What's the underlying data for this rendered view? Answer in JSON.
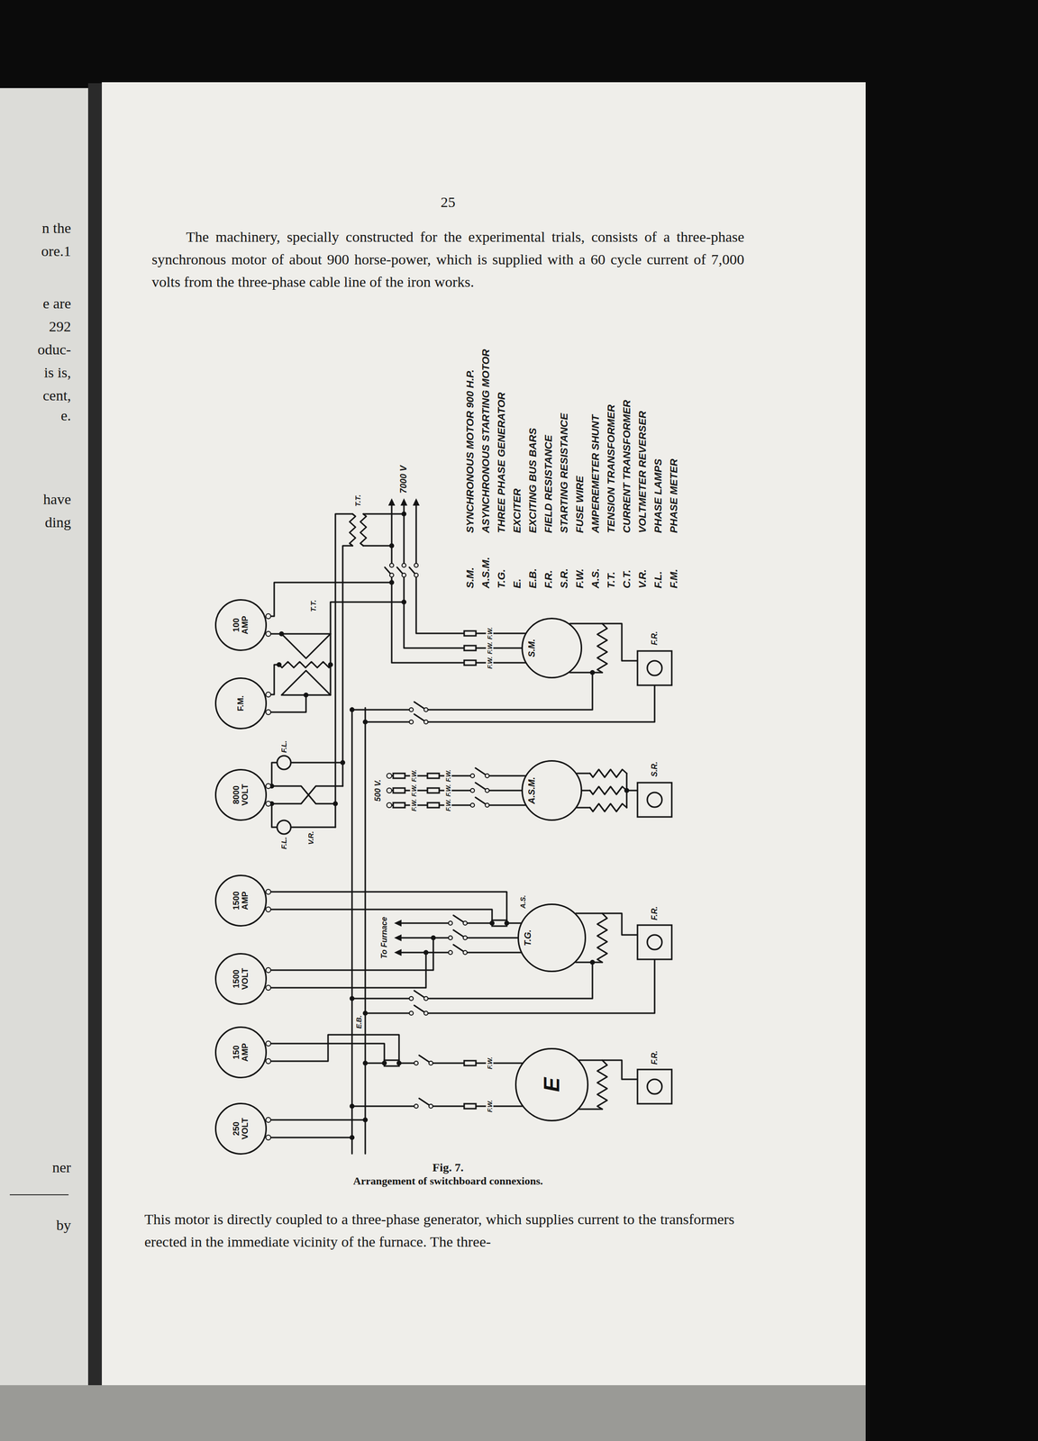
{
  "diagram": {
    "caption": "Arrangement of switchboard connexions.",
    "nodes": [
      {
        "text": [
          "250 VOLT"
        ]
      },
      {
        "text": [
          "150 AMP"
        ]
      },
      {
        "text": [
          "1500 VOLT"
        ]
      },
      {
        "text": [
          "1500 AMP"
        ]
      },
      {
        "text": [
          "8000 VOLT"
        ]
      },
      {
        "text": [
          "F.M."
        ]
      },
      {
        "text": [
          "100 AMP"
        ]
      },
      {
        "text": [
          "E"
        ]
      },
      {
        "text": [
          "T.G."
        ]
      },
      {
        "text": [
          "A.S.M."
        ]
      },
      {
        "text": [
          "S.M."
        ]
      }
    ],
    "labels": [
      "25",
      "The machinery, specially constructed for the experimental trials, consists of a three-phase synchronous motor of about 900 horse-power, which is supplied with a 60 cycle current of 7,000 volts from the three-phase cable line of the iron works.",
      "T.T.",
      "7000 V",
      "S.M.",
      "SYNCHRONOUS MOTOR 900 H.P.",
      "A.S.M.",
      "ASYNCHRONOUS STARTING MOTOR",
      "T.G.",
      "THREE PHASE GENERATOR",
      "E.",
      "EXCITER",
      "E.B.",
      "EXCITING BUS BARS",
      "F.R.",
      "FIELD RESISTANCE",
      "S.R.",
      "STARTING RESISTANCE",
      "F.W.",
      "FUSE WIRE",
      "A.S.",
      "AMPEREMETER SHUNT",
      "T.T.",
      "TENSION TRANSFORMER",
      "C.T.",
      "CURRENT TRANSFORMER",
      "V.R.",
      "VOLTMETER REVERSER",
      "F.L.",
      "PHASE LAMPS",
      "F.M.",
      "PHASE METER",
      "T.T.",
      "F.W.",
      "F.W.",
      "F.W.",
      "F.L.",
      "F.L.",
      "V.R.",
      "500 V.",
      "F.W.",
      "F.W.",
      "F.W.",
      "F.W.",
      "F.W.",
      "F.W.",
      "F.R.",
      "S.R.",
      "F.R.",
      "F.R.",
      "To Furnace",
      "A.S.",
      "E.B.",
      "F.W.",
      "F.W.",
      "Fig. 7.",
      "This motor is directly coupled to a three-phase generator, which supplies current to the transformers erected in the immediate vicinity of the furnace. The three-",
      "n the",
      "ore.1",
      "e are",
      "292",
      "oduc-",
      "is is,",
      "cent,",
      "e.",
      "have",
      "ding",
      "ner",
      "by"
    ]
  }
}
